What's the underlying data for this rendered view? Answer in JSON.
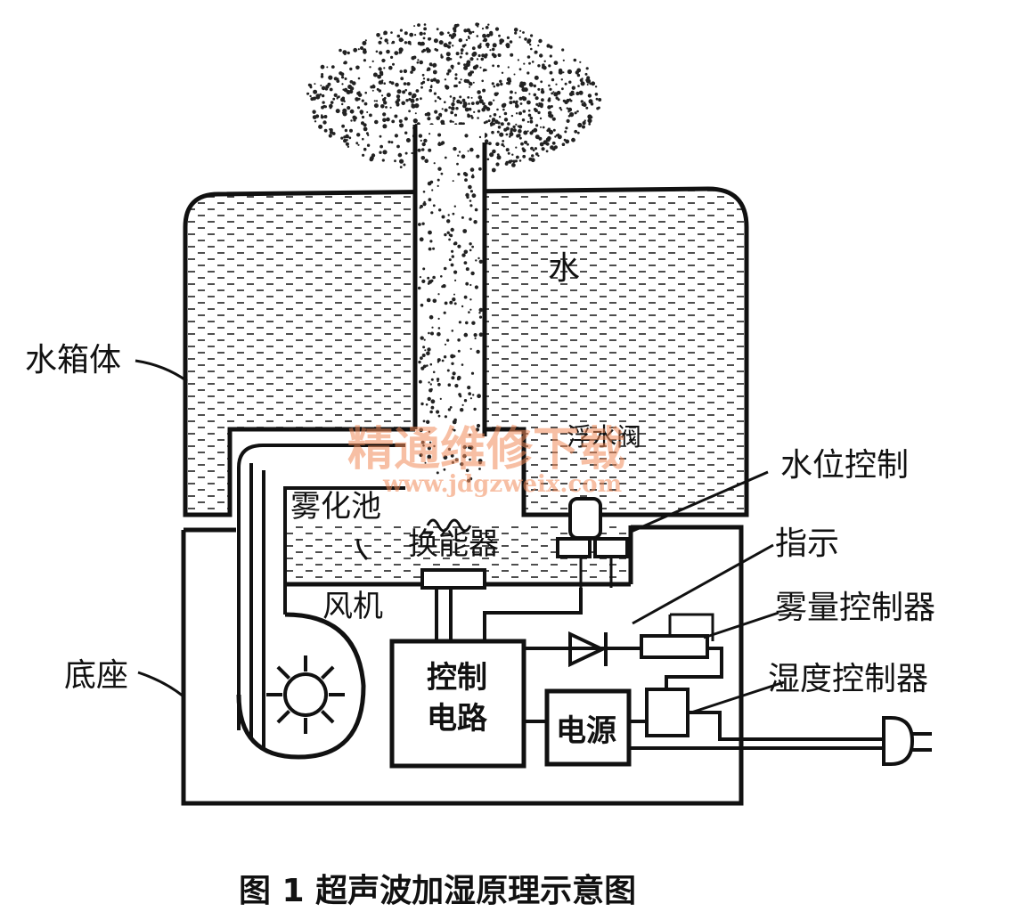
{
  "labels": {
    "water": "水",
    "tank_body": "水箱体",
    "float_valve": "浮水阀",
    "atomizing_pool": "雾化池",
    "transducer": "换能器",
    "water_level_control": "水位控制",
    "fan": "风机",
    "indicator": "指示",
    "mist_volume_controller": "雾量控制器",
    "base": "底座",
    "control_circuit_line1": "控制",
    "control_circuit_line2": "电路",
    "power_supply": "电源",
    "humidity_controller": "湿度控制器"
  },
  "caption": "图 1 超声波加湿原理示意图",
  "watermark": {
    "text": "精通维修下载",
    "url": "www.jdgzweix.com"
  },
  "colors": {
    "ink": "#111111",
    "watermark": "#f08a5a"
  }
}
